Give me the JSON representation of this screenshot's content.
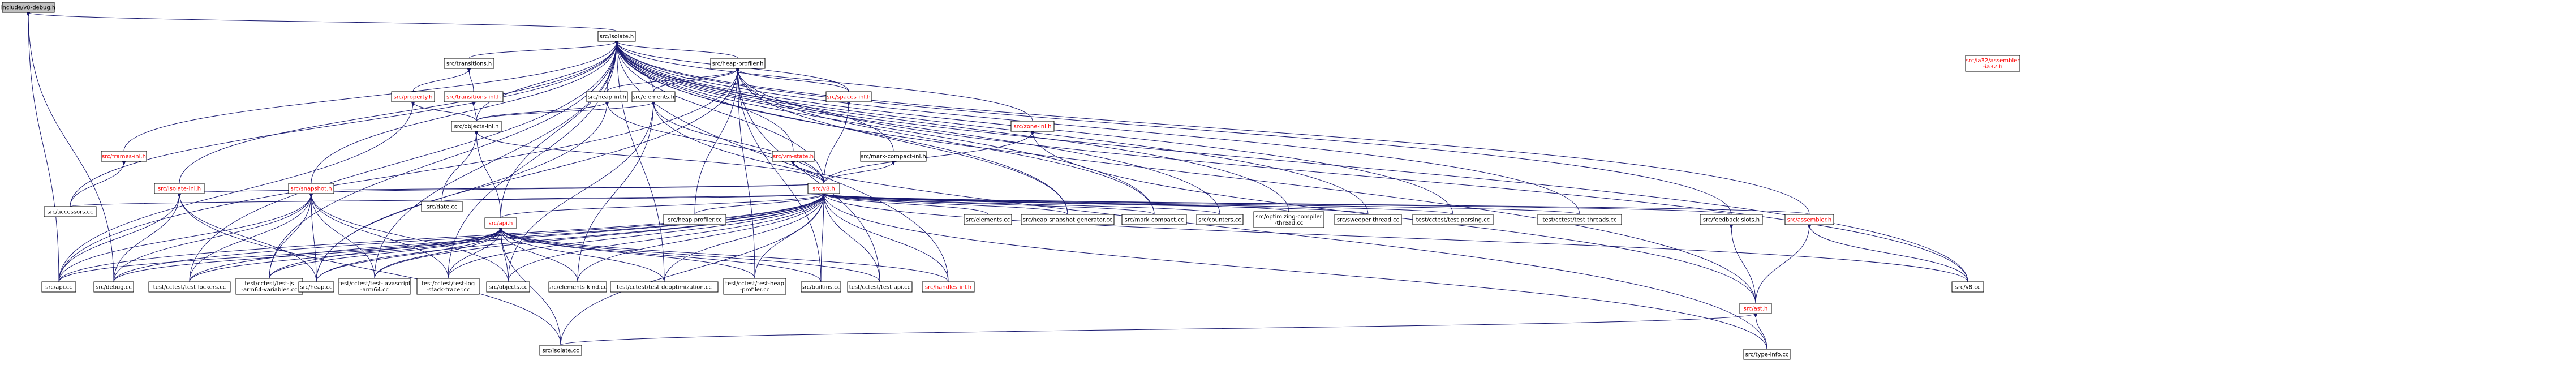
{
  "graph": {
    "nodes": [
      {
        "id": "debug_h",
        "lines": [
          "include/v8-debug.h"
        ],
        "root": true
      },
      {
        "id": "isolate_h",
        "lines": [
          "src/isolate.h"
        ]
      },
      {
        "id": "transitions_h",
        "lines": [
          "src/transitions.h"
        ]
      },
      {
        "id": "heap_profiler_h",
        "lines": [
          "src/heap-profiler.h"
        ]
      },
      {
        "id": "property_h",
        "lines": [
          "src/property.h"
        ],
        "red": true
      },
      {
        "id": "transitions_inl",
        "lines": [
          "src/transitions-inl.h"
        ],
        "red": true
      },
      {
        "id": "heap_inl",
        "lines": [
          "src/heap-inl.h"
        ]
      },
      {
        "id": "elements_h",
        "lines": [
          "src/elements.h"
        ]
      },
      {
        "id": "spaces_inl",
        "lines": [
          "src/spaces-inl.h"
        ],
        "red": true
      },
      {
        "id": "ia32_asm",
        "lines": [
          "src/ia32/assembler",
          "-ia32.h"
        ],
        "red": true
      },
      {
        "id": "frames_inl",
        "lines": [
          "src/frames-inl.h"
        ],
        "red": true
      },
      {
        "id": "objects_inl",
        "lines": [
          "src/objects-inl.h"
        ]
      },
      {
        "id": "vm_state",
        "lines": [
          "src/vm-state.h"
        ],
        "red": true
      },
      {
        "id": "mark_compact_inl",
        "lines": [
          "src/mark-compact-inl.h"
        ]
      },
      {
        "id": "zone_inl",
        "lines": [
          "src/zone-inl.h"
        ],
        "red": true
      },
      {
        "id": "accessors",
        "lines": [
          "src/accessors.cc"
        ]
      },
      {
        "id": "date",
        "lines": [
          "src/date.cc"
        ]
      },
      {
        "id": "v8_h",
        "lines": [
          "src/v8.h"
        ],
        "red": true
      },
      {
        "id": "isolate_inl",
        "lines": [
          "src/isolate-inl.h"
        ],
        "red": true
      },
      {
        "id": "snapshot_h",
        "lines": [
          "src/snapshot.h"
        ],
        "red": true
      },
      {
        "id": "api_h",
        "lines": [
          "src/api.h"
        ],
        "red": true
      },
      {
        "id": "heap_profiler_cc",
        "lines": [
          "src/heap-profiler.cc"
        ]
      },
      {
        "id": "elements_cc",
        "lines": [
          "src/elements.cc"
        ]
      },
      {
        "id": "heap_snapshot_gen",
        "lines": [
          "src/heap-snapshot-generator.cc"
        ]
      },
      {
        "id": "mark_compact_cc",
        "lines": [
          "src/mark-compact.cc"
        ]
      },
      {
        "id": "counters_cc",
        "lines": [
          "src/counters.cc"
        ]
      },
      {
        "id": "opt_compiler",
        "lines": [
          "src/optimizing-compiler",
          "-thread.cc"
        ]
      },
      {
        "id": "sweeper",
        "lines": [
          "src/sweeper-thread.cc"
        ]
      },
      {
        "id": "test_parsing",
        "lines": [
          "test/cctest/test-parsing.cc"
        ]
      },
      {
        "id": "test_threads",
        "lines": [
          "test/cctest/test-threads.cc"
        ]
      },
      {
        "id": "feedback_slots",
        "lines": [
          "src/feedback-slots.h"
        ]
      },
      {
        "id": "assembler_h",
        "lines": [
          "src/assembler.h"
        ],
        "red": true
      },
      {
        "id": "api_cc",
        "lines": [
          "src/api.cc"
        ]
      },
      {
        "id": "debug_cc",
        "lines": [
          "src/debug.cc"
        ]
      },
      {
        "id": "test_lockers",
        "lines": [
          "test/cctest/test-lockers.cc"
        ]
      },
      {
        "id": "test_js_arm64",
        "lines": [
          "test/cctest/test-js",
          "-arm64-variables.cc"
        ]
      },
      {
        "id": "heap_cc",
        "lines": [
          "src/heap.cc"
        ]
      },
      {
        "id": "test_javascript_arm64",
        "lines": [
          "test/cctest/test-javascript",
          "-arm64.cc"
        ]
      },
      {
        "id": "test_log_stack",
        "lines": [
          "test/cctest/test-log",
          "-stack-tracer.cc"
        ]
      },
      {
        "id": "objects_cc",
        "lines": [
          "src/objects.cc"
        ]
      },
      {
        "id": "elements_kind",
        "lines": [
          "src/elements-kind.cc"
        ]
      },
      {
        "id": "test_deopt",
        "lines": [
          "test/cctest/test-deoptimization.cc"
        ]
      },
      {
        "id": "test_heap_profiler",
        "lines": [
          "test/cctest/test-heap",
          "-profiler.cc"
        ]
      },
      {
        "id": "builtins",
        "lines": [
          "src/builtins.cc"
        ]
      },
      {
        "id": "test_api",
        "lines": [
          "test/cctest/test-api.cc"
        ]
      },
      {
        "id": "handles_inl",
        "lines": [
          "src/handles-inl.h"
        ],
        "red": true
      },
      {
        "id": "ast_h",
        "lines": [
          "src/ast.h"
        ],
        "red": true
      },
      {
        "id": "v8_cc",
        "lines": [
          "src/v8.cc"
        ]
      },
      {
        "id": "isolate_cc",
        "lines": [
          "src/isolate.cc"
        ]
      },
      {
        "id": "type_info",
        "lines": [
          "src/type-info.cc"
        ]
      }
    ],
    "edges": [
      [
        "isolate_h",
        "debug_h"
      ],
      [
        "api_cc",
        "debug_h"
      ],
      [
        "debug_cc",
        "debug_h"
      ],
      [
        "transitions_h",
        "isolate_h"
      ],
      [
        "heap_profiler_h",
        "isolate_h"
      ],
      [
        "heap_inl",
        "isolate_h"
      ],
      [
        "elements_h",
        "isolate_h"
      ],
      [
        "spaces_inl",
        "isolate_h"
      ],
      [
        "frames_inl",
        "isolate_h"
      ],
      [
        "objects_inl",
        "isolate_h"
      ],
      [
        "vm_state",
        "isolate_h"
      ],
      [
        "mark_compact_inl",
        "isolate_h"
      ],
      [
        "zone_inl",
        "isolate_h"
      ],
      [
        "accessors",
        "isolate_h"
      ],
      [
        "v8_h",
        "isolate_h"
      ],
      [
        "isolate_inl",
        "isolate_h"
      ],
      [
        "snapshot_h",
        "isolate_h"
      ],
      [
        "api_h",
        "isolate_h"
      ],
      [
        "heap_snapshot_gen",
        "isolate_h"
      ],
      [
        "mark_compact_cc",
        "isolate_h"
      ],
      [
        "counters_cc",
        "isolate_h"
      ],
      [
        "opt_compiler",
        "isolate_h"
      ],
      [
        "sweeper",
        "isolate_h"
      ],
      [
        "test_parsing",
        "isolate_h"
      ],
      [
        "test_threads",
        "isolate_h"
      ],
      [
        "feedback_slots",
        "isolate_h"
      ],
      [
        "assembler_h",
        "isolate_h"
      ],
      [
        "test_lockers",
        "isolate_h"
      ],
      [
        "test_js_arm64",
        "isolate_h"
      ],
      [
        "test_javascript_arm64",
        "isolate_h"
      ],
      [
        "test_log_stack",
        "isolate_h"
      ],
      [
        "test_deopt",
        "isolate_h"
      ],
      [
        "handles_inl",
        "isolate_h"
      ],
      [
        "ast_h",
        "isolate_h"
      ],
      [
        "v8_cc",
        "isolate_h"
      ],
      [
        "property_h",
        "transitions_h"
      ],
      [
        "transitions_inl",
        "transitions_h"
      ],
      [
        "heap_inl",
        "heap_profiler_h"
      ],
      [
        "elements_h",
        "heap_profiler_h"
      ],
      [
        "spaces_inl",
        "heap_profiler_h"
      ],
      [
        "heap_profiler_cc",
        "heap_profiler_h"
      ],
      [
        "heap_snapshot_gen",
        "heap_profiler_h"
      ],
      [
        "mark_compact_cc",
        "heap_profiler_h"
      ],
      [
        "api_cc",
        "heap_profiler_h"
      ],
      [
        "heap_cc",
        "heap_profiler_h"
      ],
      [
        "test_heap_profiler",
        "heap_profiler_h"
      ],
      [
        "builtins",
        "heap_profiler_h"
      ],
      [
        "test_api",
        "heap_profiler_h"
      ],
      [
        "v8_cc",
        "heap_profiler_h"
      ],
      [
        "objects_inl",
        "property_h"
      ],
      [
        "api_cc",
        "property_h"
      ],
      [
        "objects_inl",
        "transitions_inl"
      ],
      [
        "objects_inl",
        "heap_inl"
      ],
      [
        "v8_h",
        "heap_inl"
      ],
      [
        "heap_cc",
        "heap_inl"
      ],
      [
        "objects_inl",
        "elements_h"
      ],
      [
        "v8_h",
        "elements_h"
      ],
      [
        "objects_cc",
        "elements_h"
      ],
      [
        "elements_kind",
        "elements_h"
      ],
      [
        "type_info",
        "elements_h"
      ],
      [
        "v8_h",
        "spaces_inl"
      ],
      [
        "accessors",
        "frames_inl"
      ],
      [
        "date",
        "objects_inl"
      ],
      [
        "api_h",
        "objects_inl"
      ],
      [
        "v8_h",
        "objects_inl"
      ],
      [
        "v8_h",
        "vm_state"
      ],
      [
        "v8_h",
        "mark_compact_inl"
      ],
      [
        "v8_h",
        "zone_inl"
      ],
      [
        "ast_h",
        "zone_inl"
      ],
      [
        "accessors",
        "v8_h"
      ],
      [
        "date",
        "v8_h"
      ],
      [
        "isolate_inl",
        "v8_h"
      ],
      [
        "snapshot_h",
        "v8_h"
      ],
      [
        "api_h",
        "v8_h"
      ],
      [
        "heap_profiler_cc",
        "v8_h"
      ],
      [
        "elements_cc",
        "v8_h"
      ],
      [
        "heap_snapshot_gen",
        "v8_h"
      ],
      [
        "mark_compact_cc",
        "v8_h"
      ],
      [
        "counters_cc",
        "v8_h"
      ],
      [
        "opt_compiler",
        "v8_h"
      ],
      [
        "sweeper",
        "v8_h"
      ],
      [
        "test_parsing",
        "v8_h"
      ],
      [
        "test_threads",
        "v8_h"
      ],
      [
        "feedback_slots",
        "v8_h"
      ],
      [
        "assembler_h",
        "v8_h"
      ],
      [
        "api_cc",
        "v8_h"
      ],
      [
        "debug_cc",
        "v8_h"
      ],
      [
        "test_lockers",
        "v8_h"
      ],
      [
        "test_js_arm64",
        "v8_h"
      ],
      [
        "heap_cc",
        "v8_h"
      ],
      [
        "test_javascript_arm64",
        "v8_h"
      ],
      [
        "test_log_stack",
        "v8_h"
      ],
      [
        "objects_cc",
        "v8_h"
      ],
      [
        "elements_kind",
        "v8_h"
      ],
      [
        "test_deopt",
        "v8_h"
      ],
      [
        "test_heap_profiler",
        "v8_h"
      ],
      [
        "builtins",
        "v8_h"
      ],
      [
        "test_api",
        "v8_h"
      ],
      [
        "handles_inl",
        "v8_h"
      ],
      [
        "v8_cc",
        "v8_h"
      ],
      [
        "isolate_cc",
        "v8_h"
      ],
      [
        "type_info",
        "v8_h"
      ],
      [
        "api_cc",
        "isolate_inl"
      ],
      [
        "debug_cc",
        "isolate_inl"
      ],
      [
        "heap_cc",
        "isolate_inl"
      ],
      [
        "isolate_cc",
        "isolate_inl"
      ],
      [
        "api_cc",
        "snapshot_h"
      ],
      [
        "debug_cc",
        "snapshot_h"
      ],
      [
        "test_lockers",
        "snapshot_h"
      ],
      [
        "test_js_arm64",
        "snapshot_h"
      ],
      [
        "heap_cc",
        "snapshot_h"
      ],
      [
        "test_javascript_arm64",
        "snapshot_h"
      ],
      [
        "test_log_stack",
        "snapshot_h"
      ],
      [
        "objects_cc",
        "snapshot_h"
      ],
      [
        "api_cc",
        "api_h"
      ],
      [
        "debug_cc",
        "api_h"
      ],
      [
        "test_lockers",
        "api_h"
      ],
      [
        "test_js_arm64",
        "api_h"
      ],
      [
        "heap_cc",
        "api_h"
      ],
      [
        "test_javascript_arm64",
        "api_h"
      ],
      [
        "test_log_stack",
        "api_h"
      ],
      [
        "objects_cc",
        "api_h"
      ],
      [
        "elements_kind",
        "api_h"
      ],
      [
        "test_deopt",
        "api_h"
      ],
      [
        "test_heap_profiler",
        "api_h"
      ],
      [
        "builtins",
        "api_h"
      ],
      [
        "test_api",
        "api_h"
      ],
      [
        "handles_inl",
        "api_h"
      ],
      [
        "isolate_cc",
        "api_h"
      ],
      [
        "ast_h",
        "feedback_slots"
      ],
      [
        "ast_h",
        "assembler_h"
      ],
      [
        "v8_cc",
        "assembler_h"
      ],
      [
        "isolate_cc",
        "ast_h"
      ],
      [
        "type_info",
        "ast_h"
      ]
    ]
  }
}
